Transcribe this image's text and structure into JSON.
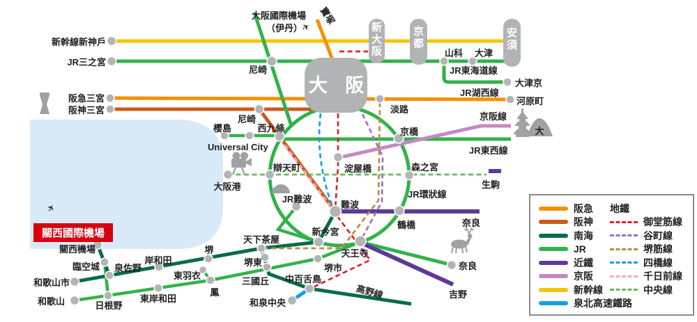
{
  "labels": {
    "shinkansen_shinkobe": "新幹線新神戶",
    "jr_sannomiya": "JR三之宮",
    "hankyu_sannomiya": "阪急三宮",
    "hanshin_sannomiya": "阪神三宮",
    "osaka_airport": "大阪國際機場",
    "itami": "（伊丹）",
    "takarazuka": "寶塚",
    "amagasaki_jr": "尼崎",
    "amagasaki_hanshin": "尼崎",
    "sakurajima": "櫻島",
    "universal_city": "Universal City",
    "nishikujo": "西九條",
    "bentencho": "辯天町",
    "osakako": "大阪港",
    "jr_namba": "JR難波",
    "namba": "難波",
    "shin_imamiya": "新今宮",
    "tennoji": "天王寺",
    "tsuruhashi": "鶴橋",
    "kyobashi": "京橋",
    "morinomiya": "森之宮",
    "yodoyabashi": "淀屋橋",
    "awaji": "淡路",
    "osaka": "大 阪",
    "shin_osaka": "新大阪",
    "kyoto": "京都",
    "yasu": "安須",
    "yamashina": "山科",
    "otsu": "大津",
    "otsukyo": "大津京",
    "kawaramachi": "河原町",
    "ikoma": "生駒",
    "nara_kintetsu": "奈良",
    "nara_jr": "奈良",
    "yoshino": "吉野",
    "kansai_airport_box": "關西國際機場",
    "kansai_airport": "關西機場",
    "rinku_town": "臨空城",
    "izumisano": "泉佐野",
    "kishiwada": "岸和田",
    "sakai": "堺",
    "tengachaya": "天下茶屋",
    "sakaihigashi": "堺東",
    "mikunigaoka": "三國丘",
    "nakamozu": "中百舌鳥",
    "izumi_chuo": "和泉中央",
    "sakaishi": "堺市",
    "higashi_hagoromo": "東羽衣",
    "otori": "鳳",
    "wakayamashi": "和歌山市",
    "wakayama": "和歌山",
    "hineno": "日根野",
    "higashi_kishiwada": "東岸和田",
    "daimonji": "大"
  },
  "line_labels": {
    "jr_tokaido": "JR東海道線",
    "jr_kosei": "JR湖西線",
    "keihan": "京阪線",
    "jr_tozai": "JR東西線",
    "jr_loop": "JR環狀線",
    "koya": "高野線"
  },
  "legend": {
    "subway_header": "地鐵",
    "operators": [
      {
        "label": "阪急",
        "color": "#F29100"
      },
      {
        "label": "阪神",
        "color": "#CC5A1A"
      },
      {
        "label": "南海",
        "color": "#0A6B4B"
      },
      {
        "label": "JR",
        "color": "#32B24A"
      },
      {
        "label": "近鐵",
        "color": "#5D3A96"
      },
      {
        "label": "京阪",
        "color": "#C589C4"
      },
      {
        "label": "新幹線",
        "color": "#F5C400"
      },
      {
        "label": "泉北高速鐵路",
        "color": "#169FE0"
      }
    ],
    "subway": [
      {
        "label": "御堂筋線",
        "color": "#E0232E"
      },
      {
        "label": "谷町線",
        "color": "#9B72C9"
      },
      {
        "label": "堺筋線",
        "color": "#BC8B46"
      },
      {
        "label": "四橋線",
        "color": "#14A0DC"
      },
      {
        "label": "千日前線",
        "color": "#F4A7C3"
      },
      {
        "label": "中央線",
        "color": "#63BB5C"
      }
    ]
  },
  "colors": {
    "water": "#D8EAF8",
    "station_dot": "#B3B4B5",
    "station_box": "#B1B3B4",
    "airport_red": "#D7000F",
    "icon_gray": "#9FA1A4"
  }
}
